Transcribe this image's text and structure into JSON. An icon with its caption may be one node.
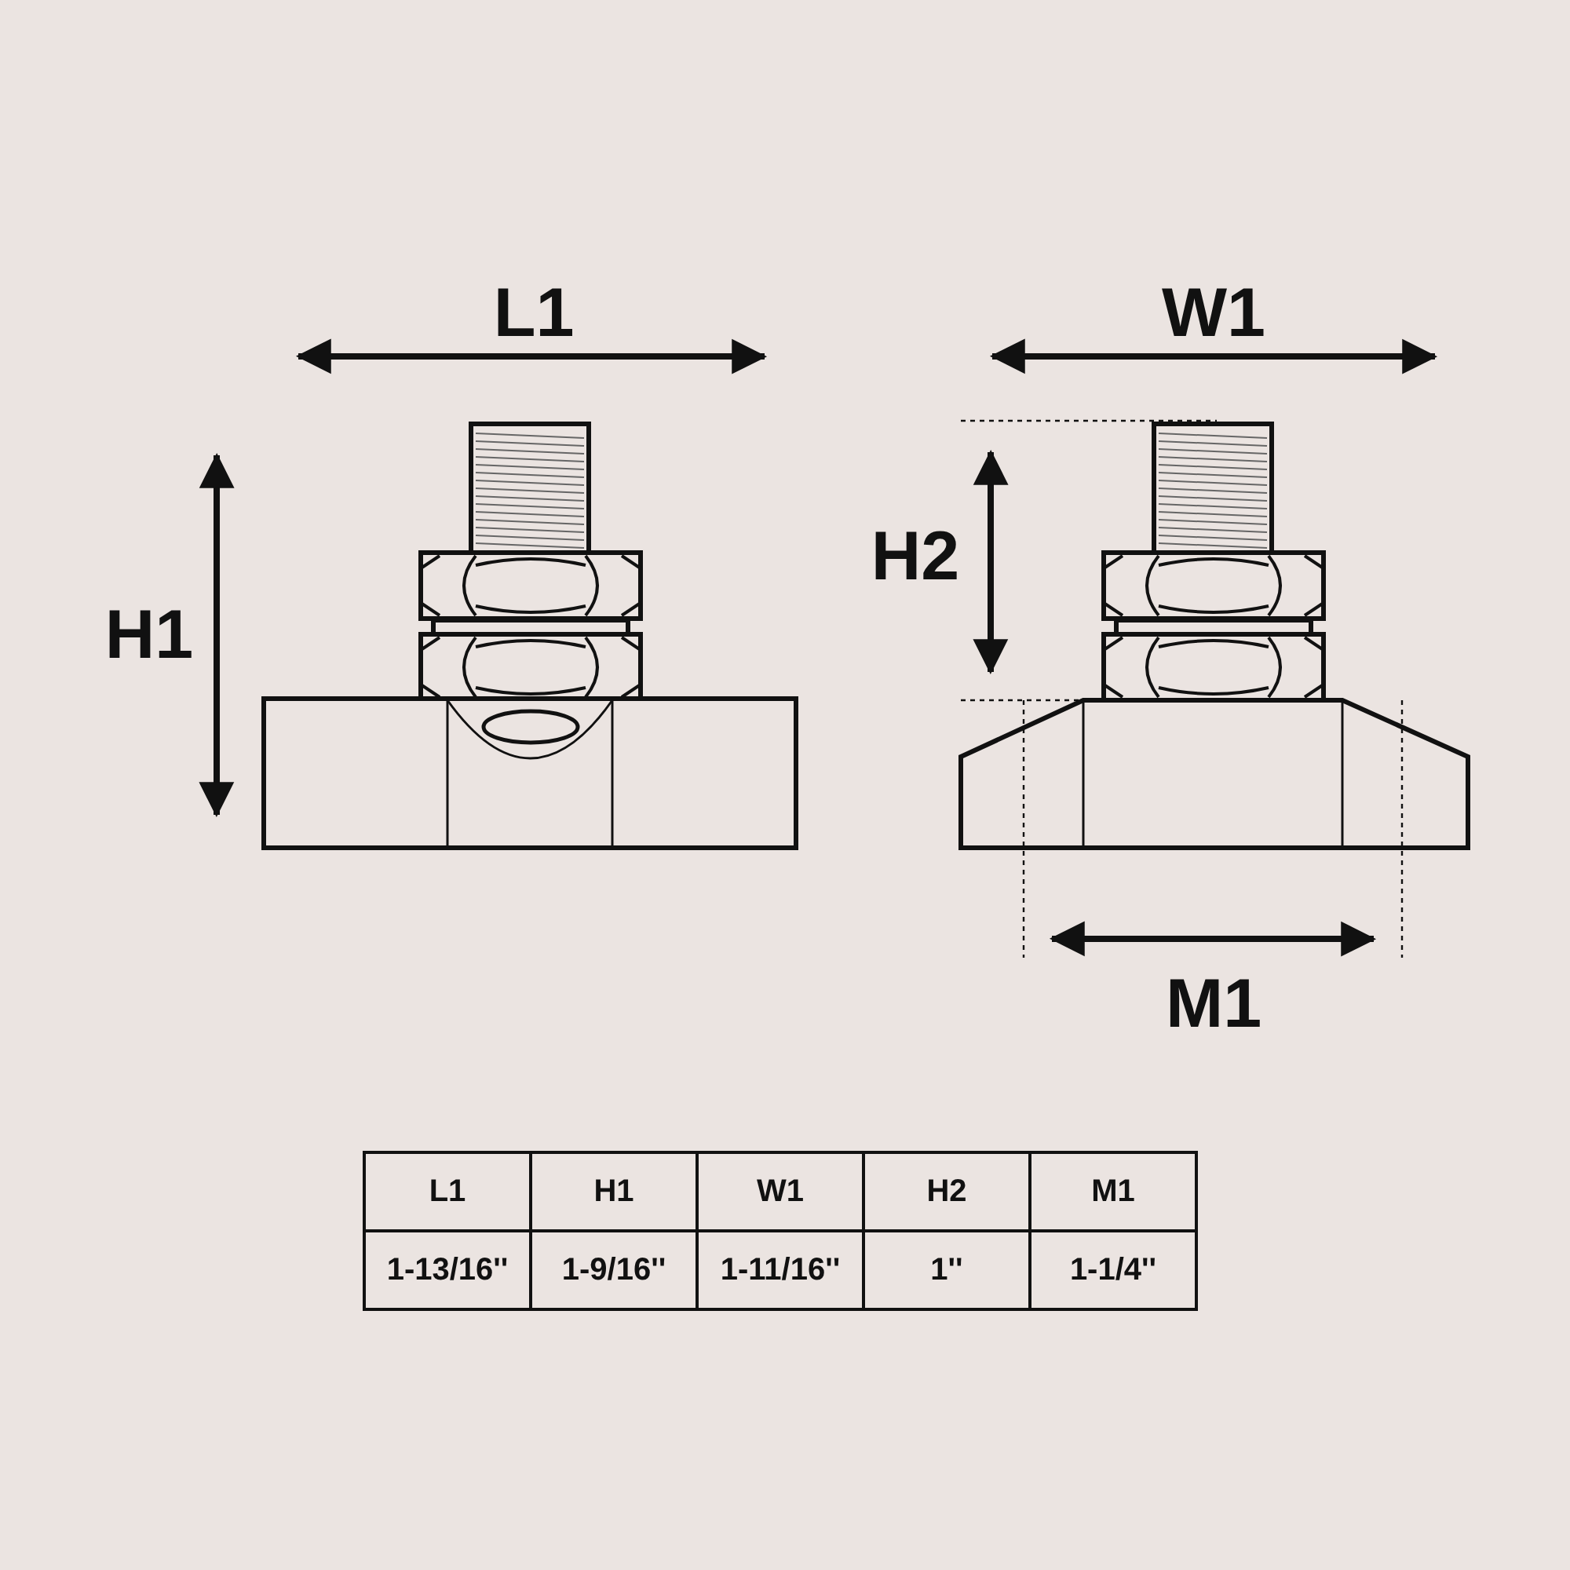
{
  "diagram": {
    "labels": [
      "L1",
      "W1",
      "H2",
      "H1",
      "M1",
      "L1",
      "H1",
      "W1",
      "H2",
      "M1",
      "1-13/16''",
      "1-9/16''",
      "1-11/16''",
      "1''",
      "1-1/4''"
    ]
  }
}
